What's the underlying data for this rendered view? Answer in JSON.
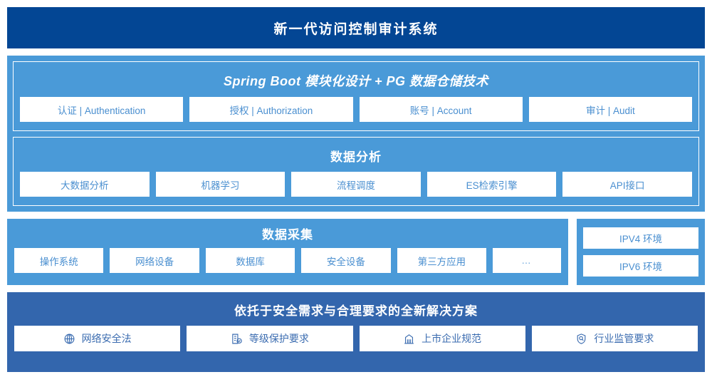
{
  "header": {
    "title": "新一代访问控制审计系统"
  },
  "platform": {
    "tech_panel": {
      "heading": "Spring Boot 模块化设计 + PG 数据仓储技术",
      "chips": [
        {
          "label": "认证 | Authentication"
        },
        {
          "label": "授权 | Authorization"
        },
        {
          "label": "账号 | Account"
        },
        {
          "label": "审计 | Audit"
        }
      ]
    },
    "analysis_panel": {
      "heading": "数据分析",
      "chips": [
        {
          "label": "大数据分析"
        },
        {
          "label": "机器学习"
        },
        {
          "label": "流程调度"
        },
        {
          "label": "ES检索引擎"
        },
        {
          "label": "API接口"
        }
      ]
    }
  },
  "collect": {
    "heading": "数据采集",
    "chips": [
      {
        "label": "操作系统"
      },
      {
        "label": "网络设备"
      },
      {
        "label": "数据库"
      },
      {
        "label": "安全设备"
      },
      {
        "label": "第三方应用"
      },
      {
        "label": "…"
      }
    ],
    "environments": [
      {
        "label": "IPV4 环境"
      },
      {
        "label": "IPV6 环境"
      }
    ]
  },
  "solution": {
    "heading": "依托于安全需求与合理要求的全新解决方案",
    "items": [
      {
        "label": "网络安全法",
        "icon": "globe-icon"
      },
      {
        "label": "等级保护要求",
        "icon": "document-check-icon"
      },
      {
        "label": "上市企业规范",
        "icon": "bank-icon"
      },
      {
        "label": "行业监管要求",
        "icon": "shield-search-icon"
      }
    ]
  },
  "colors": {
    "title_bar": "#034694",
    "section_light_blue": "#4a9ad8",
    "solution_blue": "#3366ad",
    "chip_text": "#4a8fd0",
    "solution_chip_text": "#3b6cb0",
    "chip_bg": "#ffffff"
  }
}
